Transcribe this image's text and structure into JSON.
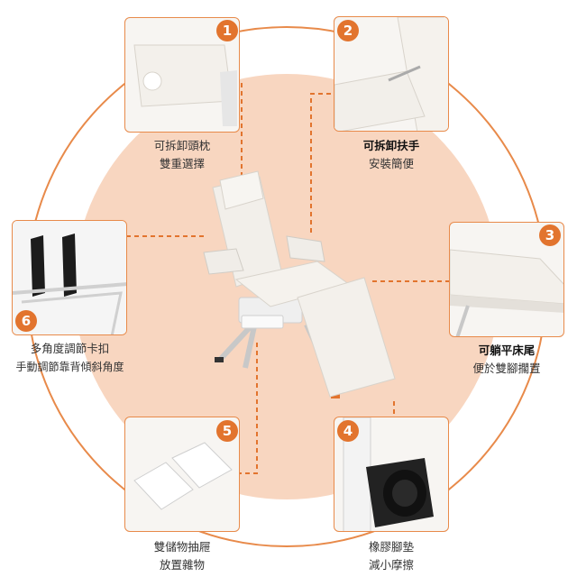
{
  "colors": {
    "accent": "#e2742e",
    "circle_fill": "#f8d6c0",
    "circle_ring": "#e88a4a",
    "chair": "#f4f1ec",
    "frame": "#cfcfcf"
  },
  "features": [
    {
      "number": "1",
      "line1": "可拆卸頭枕",
      "line2": "雙重選擇",
      "bold": false,
      "image": "detachable-headrest"
    },
    {
      "number": "2",
      "line1": "可拆卸扶手",
      "line2": "安裝簡便",
      "bold": true,
      "image": "detachable-armrest"
    },
    {
      "number": "3",
      "line1": "可躺平床尾",
      "line2": "便於雙腳擱置",
      "bold": true,
      "image": "flat-leg-rest"
    },
    {
      "number": "4",
      "line1": "橡膠腳墊",
      "line2": "減小摩擦",
      "bold": false,
      "image": "rubber-foot-pad"
    },
    {
      "number": "5",
      "line1": "雙儲物抽屜",
      "line2": "放置雜物",
      "bold": false,
      "image": "storage-trays"
    },
    {
      "number": "6",
      "line1": "多角度調節卡扣",
      "line2": "手動調節靠背傾斜角度",
      "bold": false,
      "image": "angle-adjust-ratchet"
    }
  ]
}
